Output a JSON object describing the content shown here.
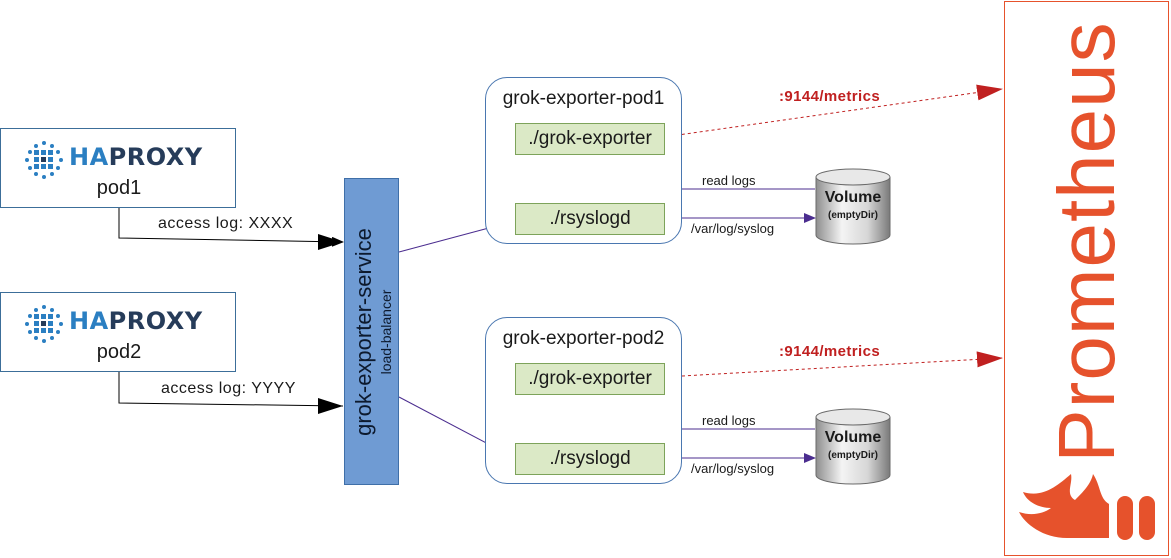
{
  "haproxy": [
    {
      "brand_ha": "HA",
      "brand_rest": "PROXY",
      "pod": "pod1",
      "access_log": "access log: XXXX"
    },
    {
      "brand_ha": "HA",
      "brand_rest": "PROXY",
      "pod": "pod2",
      "access_log": "access log: YYYY"
    }
  ],
  "service": {
    "title": "grok-exporter-service",
    "subtitle": "load-balancer"
  },
  "pods": [
    {
      "title": "grok-exporter-pod1",
      "exporter": "./grok-exporter",
      "rsyslog": "./rsyslogd",
      "read_logs": "read logs",
      "syslog_path": "/var/log/syslog",
      "metrics": ":9144/metrics",
      "volume_title": "Volume",
      "volume_sub": "(emptyDir)"
    },
    {
      "title": "grok-exporter-pod2",
      "exporter": "./grok-exporter",
      "rsyslog": "./rsyslogd",
      "read_logs": "read logs",
      "syslog_path": "/var/log/syslog",
      "metrics": ":9144/metrics",
      "volume_title": "Volume",
      "volume_sub": "(emptyDir)"
    }
  ],
  "prometheus": {
    "name": "Prometheus"
  },
  "colors": {
    "service_fill": "#6f9bd3",
    "process_fill": "#dbe9c6",
    "metrics_red": "#c02020",
    "prometheus_orange": "#e6522c",
    "haproxy_blue": "#2b7fc2",
    "arrow_purple": "#4b2d8f"
  }
}
